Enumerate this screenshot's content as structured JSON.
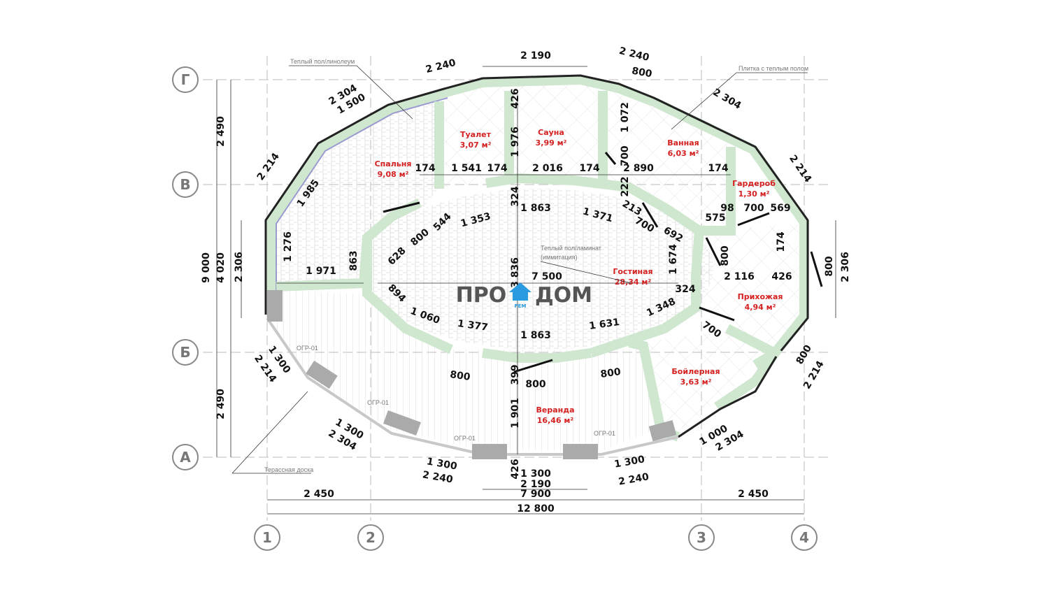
{
  "axes": {
    "rows": [
      "Г",
      "В",
      "Б",
      "А"
    ],
    "cols": [
      "1",
      "2",
      "3",
      "4"
    ]
  },
  "rooms": [
    {
      "name": "Спальня",
      "area": "9,08 м²"
    },
    {
      "name": "Туалет",
      "area": "3,07 м²"
    },
    {
      "name": "Сауна",
      "area": "3,99 м²"
    },
    {
      "name": "Ванная",
      "area": "6,03 м²"
    },
    {
      "name": "Гардероб",
      "area": "1,30 м²"
    },
    {
      "name": "Гостиная",
      "area": "28,34 м²"
    },
    {
      "name": "Прихожая",
      "area": "4,94 м²"
    },
    {
      "name": "Бойлерная",
      "area": "3,63 м²"
    },
    {
      "name": "Веранда",
      "area": "16,46 м²"
    }
  ],
  "notes": {
    "top_left": "Теплый пол/линолеум",
    "top_right": "Плитка с теплым полом",
    "center_1": "Теплый пол/ламинат",
    "center_2": "(иммитация)",
    "bottom_left": "Терассная доска",
    "ogr": [
      "ОГР-01",
      "ОГР-01",
      "ОГР-01",
      "ОГР-01"
    ]
  },
  "logo": {
    "left": "ПРО",
    "right": "ДОМ",
    "sub": "РЕМ"
  },
  "dims": [
    "2 240",
    "2 190",
    "2 240",
    "800",
    "2 304",
    "1 500",
    "2 304",
    "2 214",
    "2 214",
    "1 985",
    "426",
    "1 976",
    "1 072",
    "700",
    "174",
    "1 541",
    "174",
    "2 016",
    "174",
    "2 890",
    "174",
    "222",
    "324",
    "1 863",
    "1 353",
    "1 371",
    "213",
    "700",
    "692",
    "544",
    "800",
    "628",
    "98",
    "700",
    "569",
    "575",
    "174",
    "1 276",
    "863",
    "1 971",
    "2 306",
    "1 674",
    "800",
    "3 836",
    "7 500",
    "324",
    "2 116",
    "426",
    "800",
    "2 306",
    "894",
    "1 348",
    "1 060",
    "1 377",
    "1 863",
    "1 631",
    "700",
    "1 300",
    "2 214",
    "800",
    "2 214",
    "800",
    "399",
    "800",
    "800",
    "1 901",
    "1 300",
    "2 304",
    "1 000",
    "2 304",
    "1 300",
    "426",
    "1 300",
    "2 190",
    "1 300",
    "2 240",
    "2 240",
    "7 900",
    "2 450",
    "2 450",
    "12 800",
    "2 490",
    "9 000",
    "4 020",
    "2 490"
  ]
}
